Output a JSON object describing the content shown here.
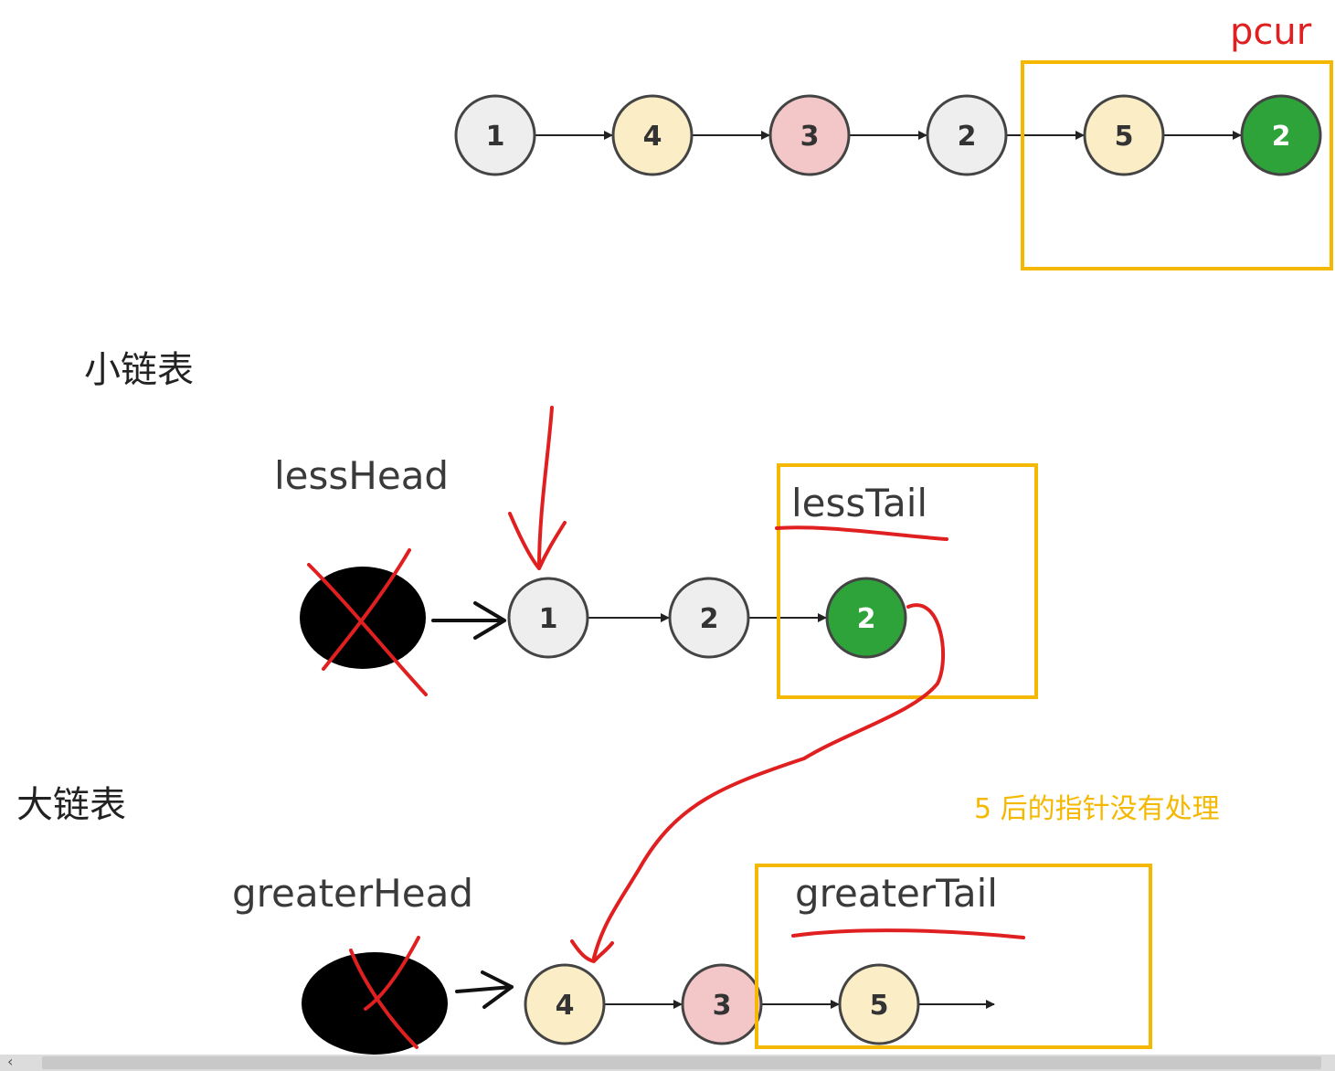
{
  "labels": {
    "pcur": "pcur",
    "small_list": "小链表",
    "big_list": "大链表",
    "less_head": "lessHead",
    "less_tail": "lessTail",
    "greater_head": "greaterHead",
    "greater_tail": "greaterTail",
    "note": "5 后的指针没有处理"
  },
  "top_list": [
    {
      "value": "1",
      "color": "#eeeeee"
    },
    {
      "value": "4",
      "color": "#fbeec6"
    },
    {
      "value": "3",
      "color": "#f3c6c8"
    },
    {
      "value": "2",
      "color": "#eeeeee"
    },
    {
      "value": "5",
      "color": "#fbeec6"
    },
    {
      "value": "2",
      "color": "#2ea33a"
    }
  ],
  "less_list": [
    {
      "value": "1",
      "color": "#eeeeee"
    },
    {
      "value": "2",
      "color": "#eeeeee"
    },
    {
      "value": "2",
      "color": "#2ea33a"
    }
  ],
  "greater_list": [
    {
      "value": "4",
      "color": "#fbeec6"
    },
    {
      "value": "3",
      "color": "#f3c6c8"
    },
    {
      "value": "5",
      "color": "#fbeec6"
    }
  ],
  "colors": {
    "highlight_box": "#f5b800",
    "annotation_red": "#e02020"
  }
}
